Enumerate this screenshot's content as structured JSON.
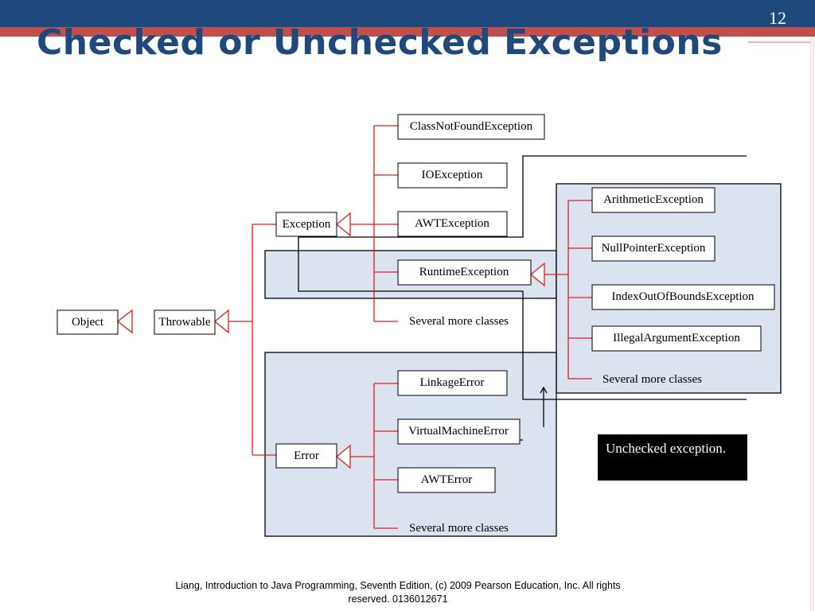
{
  "slide": {
    "title": "Checked or Unchecked Exceptions",
    "page_number": "12",
    "footer": "Liang, Introduction to Java Programming, Seventh Edition, (c) 2009 Pearson Education, Inc. All rights reserved. 0136012671"
  },
  "colors": {
    "header_bar": "#1f497d",
    "accent_bar": "#c0504d",
    "connector": "#e31b1b",
    "highlight_fill": "#dce3f0"
  },
  "nodes": {
    "object": "Object",
    "throwable": "Throwable",
    "exception": "Exception",
    "error": "Error",
    "class_not_found": "ClassNotFoundException",
    "io": "IOException",
    "awt_exception": "AWTException",
    "runtime": "RuntimeException",
    "exception_more": "Several more classes",
    "arithmetic": "ArithmeticException",
    "null_pointer": "NullPointerException",
    "index_out_of_bounds": "IndexOutOfBoundsException",
    "illegal_argument": "IllegalArgumentException",
    "runtime_more": "Several more classes",
    "linkage": "LinkageError",
    "virtual_machine": "VirtualMachineError",
    "awt_error": "AWTError",
    "error_more": "Several more classes"
  },
  "legend": {
    "label": "Unchecked exception."
  }
}
